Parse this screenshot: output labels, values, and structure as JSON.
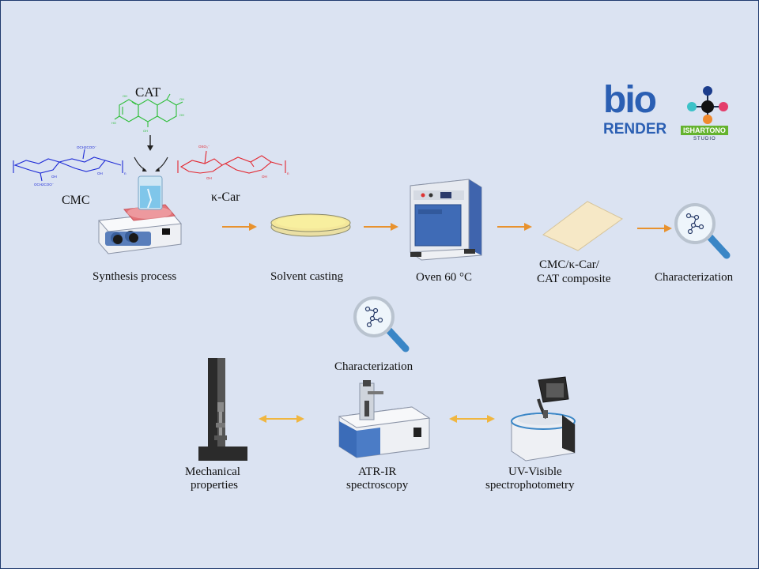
{
  "title": "",
  "colors": {
    "background": "#dbe3f2",
    "arrow_orange": "#e8922e",
    "double_arrow": "#f0b640",
    "cmc_blue": "#1e2bd6",
    "kcar_red": "#e3262f",
    "cat_green": "#2fbe3a",
    "biorender_blue": "#2b5fb3"
  },
  "molecules": {
    "cat": "CAT",
    "cmc": "CMC",
    "kcar": "κ-Car"
  },
  "steps": [
    {
      "id": "synthesis",
      "label": "Synthesis process",
      "icon": "hot-plate-stirrer"
    },
    {
      "id": "casting",
      "label": "Solvent casting",
      "icon": "petri-dish"
    },
    {
      "id": "oven",
      "label": "Oven 60 °C",
      "icon": "oven"
    },
    {
      "id": "composite",
      "label_line1": "CMC/κ-Car/",
      "label_line2": "CAT composite",
      "icon": "film-sheet"
    },
    {
      "id": "char1",
      "label": "Characterization",
      "icon": "magnifier"
    }
  ],
  "characterization": {
    "label": "Characterization",
    "methods": [
      {
        "id": "mechanical",
        "label_line1": "Mechanical",
        "label_line2": "properties",
        "icon": "tensile-tester"
      },
      {
        "id": "atr",
        "label_line1": "ATR-IR",
        "label_line2": "spectroscopy",
        "icon": "atr-ir-spectrometer"
      },
      {
        "id": "uv",
        "label_line1": "UV-Visible",
        "label_line2": "spectrophotometry",
        "icon": "uv-vis-spectrophotometer"
      }
    ]
  },
  "logos": {
    "biorender_top": "bio",
    "biorender_bottom": "RENDER",
    "studio_name": "ISHARTONO",
    "studio_sub": "STUDIO"
  },
  "molecule_text": {
    "cmc_sub1": "OCH2COO⁻",
    "cmc_sub2": "OCH2COO⁻",
    "cmc_oh": "OH",
    "kcar_oso3": "OSO₃⁻",
    "kcar_oh": "OH",
    "n": "n"
  }
}
